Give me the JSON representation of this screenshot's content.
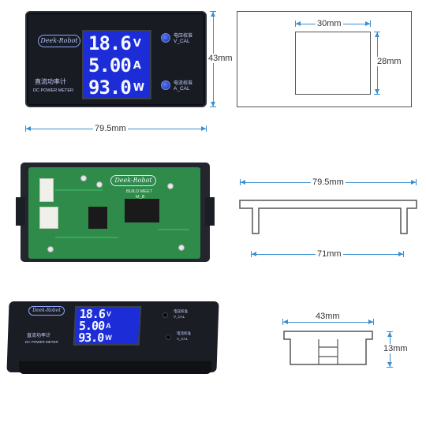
{
  "front_panel": {
    "brand": "Deek-Robot",
    "readings": [
      {
        "value": "18.6",
        "unit": "V"
      },
      {
        "value": "5.00",
        "unit": "A"
      },
      {
        "value": "93.0",
        "unit": "W"
      }
    ],
    "title_cn": "直流功率计",
    "title_en": "DC POWER METER",
    "cal_top_cn": "电压校准",
    "cal_top_en": "V_CAL",
    "cal_bottom_cn": "电流校准",
    "cal_bottom_en": "A_CAL"
  },
  "dimensions": {
    "front_height": "43mm",
    "front_width": "79.5mm",
    "cutout_width": "30mm",
    "cutout_height": "28mm",
    "profile_width_outer": "79.5mm",
    "profile_width_inner": "71mm",
    "side_width": "43mm",
    "side_height": "13mm"
  },
  "pcb": {
    "brand": "Deek-Robot",
    "label1": "BUILD MEET",
    "label2": "M_B"
  },
  "colors": {
    "lcd_blue": "#1c2dd8",
    "pcb_green": "#2e8b4a",
    "dimension_line": "#3a8fd0",
    "case_black": "#181b22"
  }
}
